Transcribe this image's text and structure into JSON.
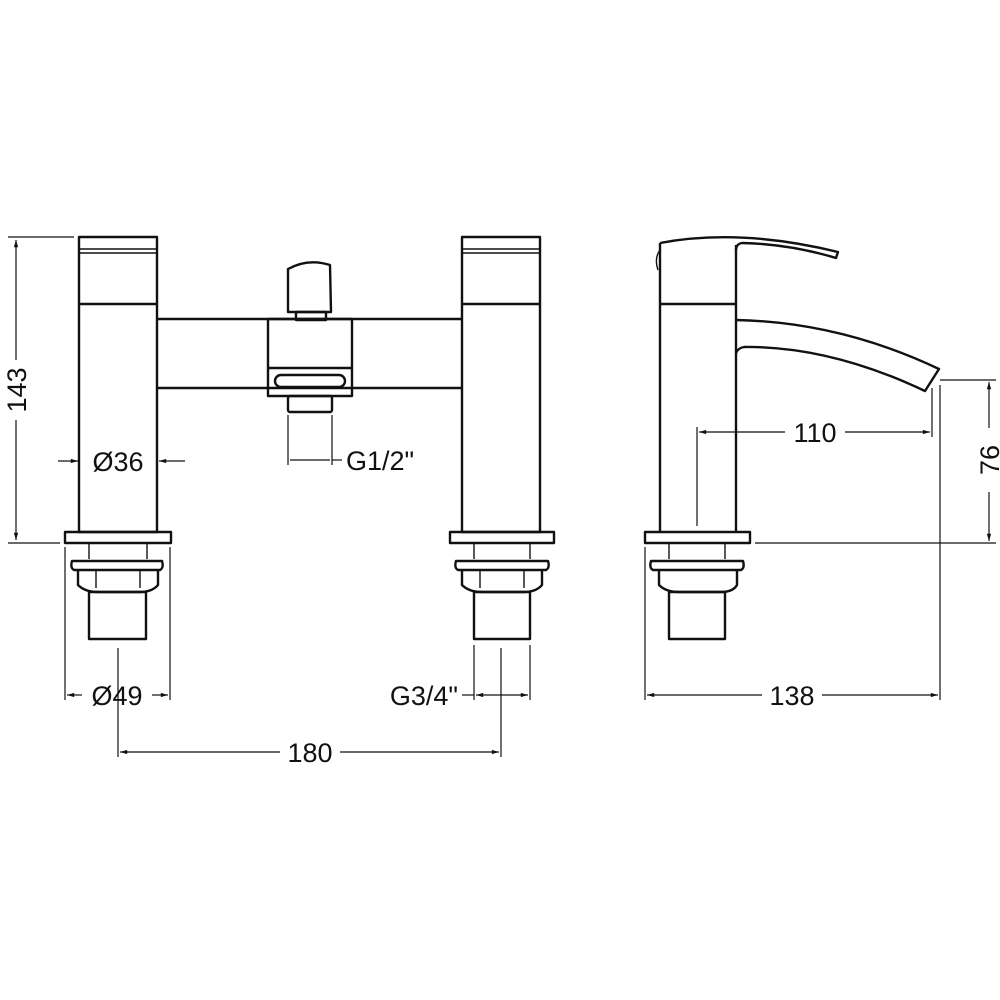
{
  "drawing": {
    "subject": "Bath shower mixer tap technical drawing",
    "stroke_color": "#111111",
    "background_color": "#ffffff",
    "views": [
      {
        "name": "front-view",
        "description": "Front elevation with two pillar valves, bridge and diverter"
      },
      {
        "name": "side-view",
        "description": "Side elevation with lever handle and spout"
      }
    ]
  },
  "dimensions": {
    "height_total": "143",
    "body_diameter": "Ø36",
    "outlet_thread": "G1/2\"",
    "flange_diameter": "Ø49",
    "inlet_thread": "G3/4\"",
    "centres": "180",
    "spout_reach": "110",
    "spout_height": "76",
    "overall_depth": "138"
  }
}
